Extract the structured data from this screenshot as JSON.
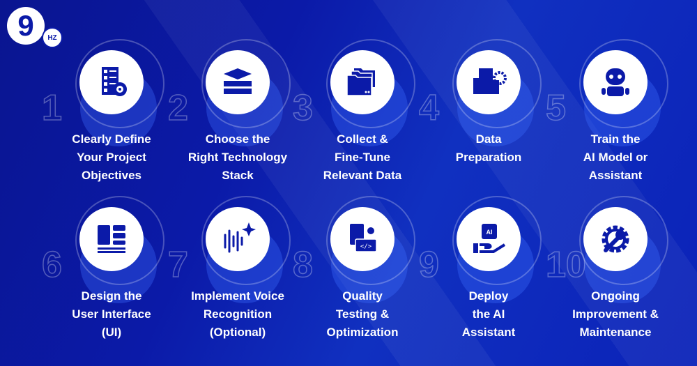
{
  "brand": {
    "logo": "9",
    "badge": "HZ"
  },
  "colors": {
    "background": "#0b1aa8",
    "icon": "#0b1aa8",
    "text": "#ffffff"
  },
  "steps": [
    {
      "number": "1",
      "icon": "checklist-target-icon",
      "lines": [
        "Clearly Define",
        "Your Project",
        "Objectives"
      ]
    },
    {
      "number": "2",
      "icon": "stack-layers-icon",
      "lines": [
        "Choose the",
        "Right Technology",
        "Stack"
      ]
    },
    {
      "number": "3",
      "icon": "folders-icon",
      "lines": [
        "Collect &",
        "Fine-Tune",
        "Relevant Data"
      ]
    },
    {
      "number": "4",
      "icon": "folder-gear-icon",
      "lines": [
        "Data",
        "Preparation"
      ]
    },
    {
      "number": "5",
      "icon": "robot-icon",
      "lines": [
        "Train the",
        "AI Model or",
        "Assistant"
      ]
    },
    {
      "number": "6",
      "icon": "layout-icon",
      "lines": [
        "Design the",
        "User Interface",
        "(UI)"
      ]
    },
    {
      "number": "7",
      "icon": "voice-wave-icon",
      "lines": [
        "Implement Voice",
        "Recognition",
        "(Optional)"
      ]
    },
    {
      "number": "8",
      "icon": "testing-code-icon",
      "lines": [
        "Quality",
        "Testing &",
        "Optimization"
      ]
    },
    {
      "number": "9",
      "icon": "ai-chip-hand-icon",
      "lines": [
        "Deploy",
        "the AI",
        "Assistant"
      ]
    },
    {
      "number": "10",
      "icon": "gear-wrench-icon",
      "lines": [
        "Ongoing",
        "Improvement &",
        "Maintenance"
      ]
    }
  ]
}
